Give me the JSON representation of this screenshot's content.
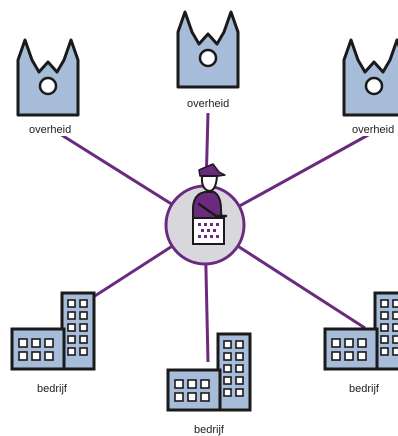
{
  "nodes": {
    "overheid_left": {
      "label": "overheid",
      "icon": "government-building-icon"
    },
    "overheid_center": {
      "label": "overheid",
      "icon": "government-building-icon"
    },
    "overheid_right": {
      "label": "overheid",
      "icon": "government-building-icon"
    },
    "bedrijf_left": {
      "label": "bedrijf",
      "icon": "company-building-icon"
    },
    "bedrijf_center": {
      "label": "bedrijf",
      "icon": "company-building-icon"
    },
    "bedrijf_right": {
      "label": "bedrijf",
      "icon": "company-building-icon"
    }
  },
  "hub": {
    "icon": "postman-with-mailbag-icon"
  },
  "colors": {
    "connector": "#6b2a7e",
    "building_fill": "#a6bcd9",
    "outline": "#1a1a1a",
    "hub_fill": "#d8d8dc",
    "postman": "#6b2a7e"
  }
}
